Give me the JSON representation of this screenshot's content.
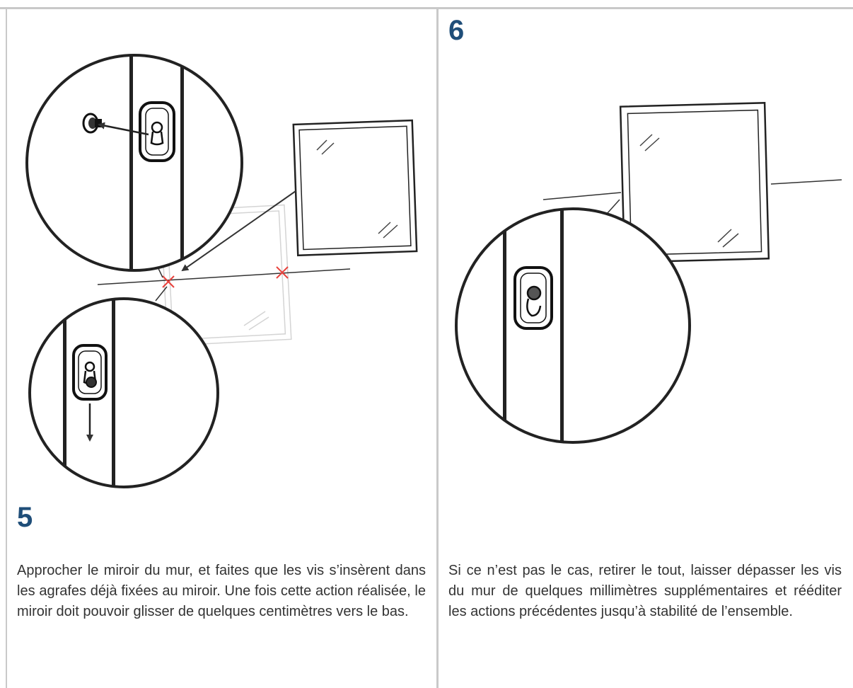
{
  "colors": {
    "heading": "#1f4e79",
    "text": "#333333",
    "rule": "#c9c9c9",
    "mark": "#e8413c",
    "ink": "#1a1a1a"
  },
  "step5": {
    "number": "5",
    "text": "Approcher le miroir du mur, et faites que les vis s’insèrent dans les agrafes déjà fixées au miroir. Une fois cette action réalisée, le miroir doit pouvoir glisser de quelques centimètres vers le bas."
  },
  "step6": {
    "number": "6",
    "text": "Si ce n’est pas le cas, retirer le tout, laisser dépasser les vis du mur de quelques millimètres supplémentaires et rééditer les actions précédentes jusqu’à stabilité de l’ensemble."
  }
}
